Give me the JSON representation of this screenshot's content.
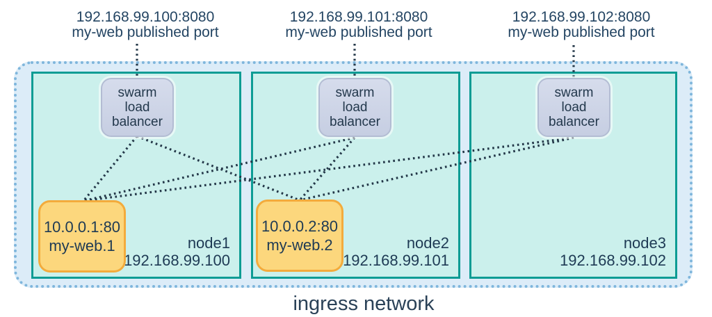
{
  "network_label": "ingress network",
  "published_ports": [
    {
      "address": "192.168.99.100:8080",
      "caption": "my-web published port"
    },
    {
      "address": "192.168.99.101:8080",
      "caption": "my-web published port"
    },
    {
      "address": "192.168.99.102:8080",
      "caption": "my-web published port"
    }
  ],
  "nodes": [
    {
      "name": "node1",
      "ip": "192.168.99.100",
      "load_balancer_label": "swarm\nload\nbalancer",
      "task": {
        "address": "10.0.0.1:80",
        "name": "my-web.1"
      }
    },
    {
      "name": "node2",
      "ip": "192.168.99.101",
      "load_balancer_label": "swarm\nload\nbalancer",
      "task": {
        "address": "10.0.0.2:80",
        "name": "my-web.2"
      }
    },
    {
      "name": "node3",
      "ip": "192.168.99.102",
      "load_balancer_label": "swarm\nload\nbalancer",
      "task": null
    }
  ],
  "connections": [
    {
      "from": "192.168.99.100:8080 published port",
      "to": "node1 swarm load balancer"
    },
    {
      "from": "192.168.99.101:8080 published port",
      "to": "node2 swarm load balancer"
    },
    {
      "from": "192.168.99.102:8080 published port",
      "to": "node3 swarm load balancer"
    },
    {
      "from": "node1 swarm load balancer",
      "to": "my-web.1"
    },
    {
      "from": "node1 swarm load balancer",
      "to": "my-web.2"
    },
    {
      "from": "node2 swarm load balancer",
      "to": "my-web.1"
    },
    {
      "from": "node2 swarm load balancer",
      "to": "my-web.2"
    },
    {
      "from": "node3 swarm load balancer",
      "to": "my-web.1"
    },
    {
      "from": "node3 swarm load balancer",
      "to": "my-web.2"
    }
  ],
  "colors": {
    "ingress_fill": "#dcecf8",
    "ingress_border": "#7fb6dc",
    "node_fill": "#cbf0ec",
    "node_border": "#0d9c94",
    "load_balancer_fill": "#ccd3e5",
    "load_balancer_border": "#b3bcd3",
    "task_fill": "#fcd77d",
    "task_border": "#f3ab3c",
    "text": "#1e3a54",
    "connection_line": "#233748"
  }
}
